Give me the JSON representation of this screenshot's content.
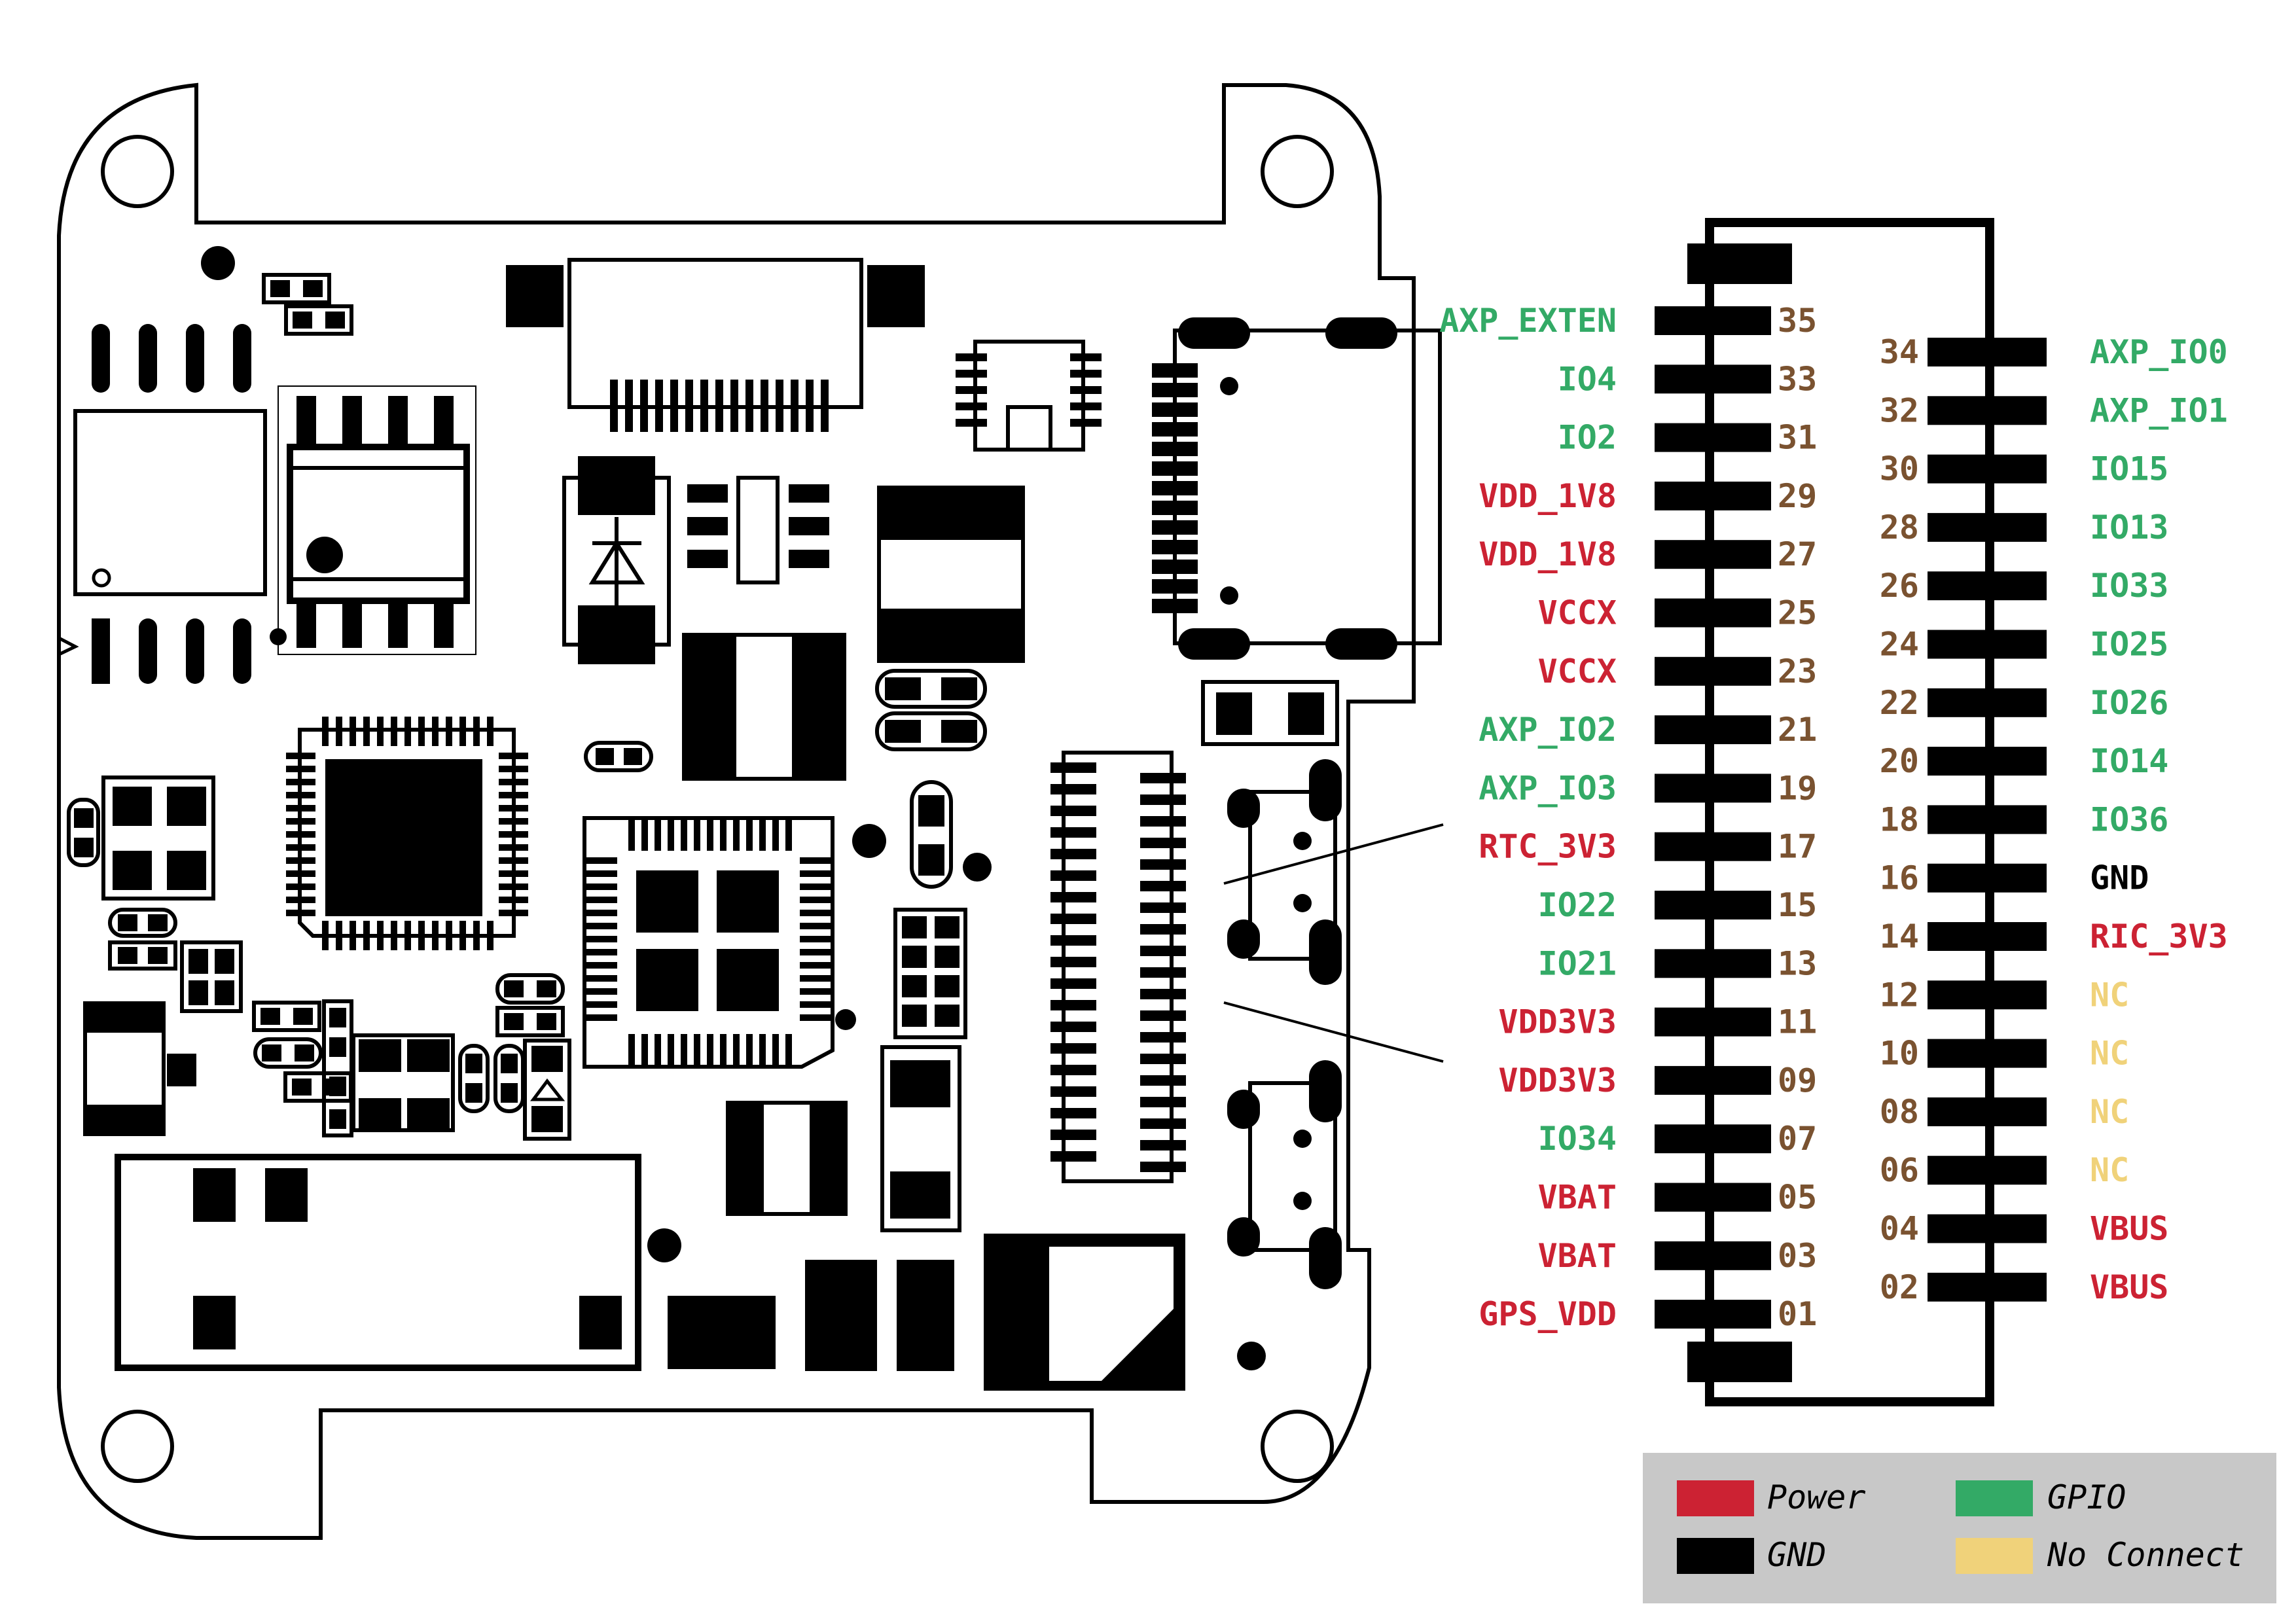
{
  "colors": {
    "power": "#cc2233",
    "gnd": "#000000",
    "gpio": "#33aa66",
    "nc": "#f0d27a",
    "number": "#7a5230",
    "legend_bg": "#c8c8c8"
  },
  "header": {
    "left_column": [
      {
        "num": "35",
        "label": "AXP_EXTEN",
        "type": "gpio"
      },
      {
        "num": "33",
        "label": "IO4",
        "type": "gpio"
      },
      {
        "num": "31",
        "label": "IO2",
        "type": "gpio"
      },
      {
        "num": "29",
        "label": "VDD_1V8",
        "type": "power"
      },
      {
        "num": "27",
        "label": "VDD_1V8",
        "type": "power"
      },
      {
        "num": "25",
        "label": "VCCX",
        "type": "power"
      },
      {
        "num": "23",
        "label": "VCCX",
        "type": "power"
      },
      {
        "num": "21",
        "label": "AXP_IO2",
        "type": "gpio"
      },
      {
        "num": "19",
        "label": "AXP_IO3",
        "type": "gpio"
      },
      {
        "num": "17",
        "label": "RTC_3V3",
        "type": "power"
      },
      {
        "num": "15",
        "label": "IO22",
        "type": "gpio"
      },
      {
        "num": "13",
        "label": "IO21",
        "type": "gpio"
      },
      {
        "num": "11",
        "label": "VDD3V3",
        "type": "power"
      },
      {
        "num": "09",
        "label": "VDD3V3",
        "type": "power"
      },
      {
        "num": "07",
        "label": "IO34",
        "type": "gpio"
      },
      {
        "num": "05",
        "label": "VBAT",
        "type": "power"
      },
      {
        "num": "03",
        "label": "VBAT",
        "type": "power"
      },
      {
        "num": "01",
        "label": "GPS_VDD",
        "type": "power"
      }
    ],
    "right_column": [
      {
        "num": "34",
        "label": "AXP_IO0",
        "type": "gpio"
      },
      {
        "num": "32",
        "label": "AXP_IO1",
        "type": "gpio"
      },
      {
        "num": "30",
        "label": "IO15",
        "type": "gpio"
      },
      {
        "num": "28",
        "label": "IO13",
        "type": "gpio"
      },
      {
        "num": "26",
        "label": "IO33",
        "type": "gpio"
      },
      {
        "num": "24",
        "label": "IO25",
        "type": "gpio"
      },
      {
        "num": "22",
        "label": "IO26",
        "type": "gpio"
      },
      {
        "num": "20",
        "label": "IO14",
        "type": "gpio"
      },
      {
        "num": "18",
        "label": "IO36",
        "type": "gpio"
      },
      {
        "num": "16",
        "label": "GND",
        "type": "gnd"
      },
      {
        "num": "14",
        "label": "RIC_3V3",
        "type": "power"
      },
      {
        "num": "12",
        "label": "NC",
        "type": "nc"
      },
      {
        "num": "10",
        "label": "NC",
        "type": "nc"
      },
      {
        "num": "08",
        "label": "NC",
        "type": "nc"
      },
      {
        "num": "06",
        "label": "NC",
        "type": "nc"
      },
      {
        "num": "04",
        "label": "VBUS",
        "type": "power"
      },
      {
        "num": "02",
        "label": "VBUS",
        "type": "power"
      }
    ]
  },
  "legend": {
    "power": "Power",
    "gpio": "GPIO",
    "gnd": "GND",
    "nc": "No Connect"
  }
}
